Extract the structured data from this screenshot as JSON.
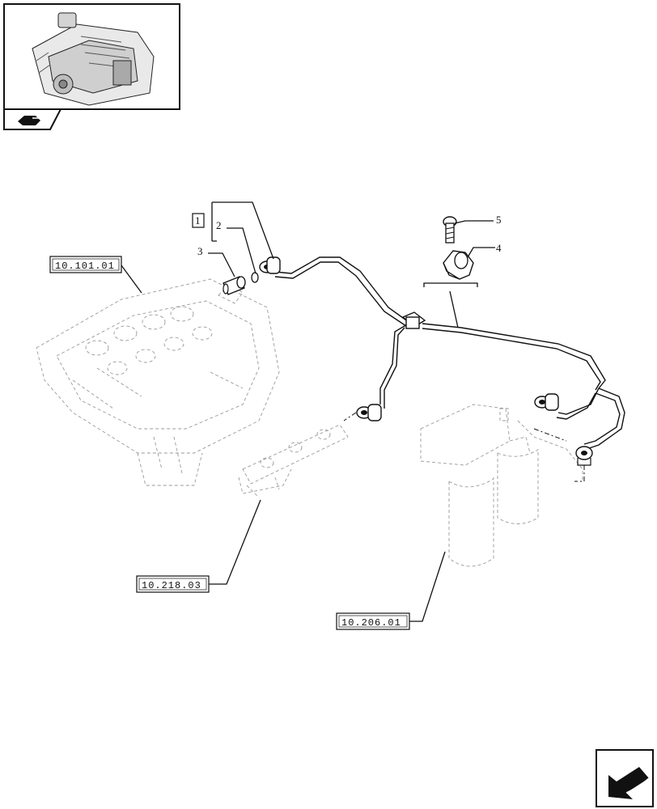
{
  "references": {
    "cylinder_head": "10.101.01",
    "injection_rail": "10.218.03",
    "fuel_filter": "10.206.01"
  },
  "callouts": {
    "group": "1",
    "item_2": "2",
    "item_3": "3",
    "item_4": "4",
    "item_5": "5"
  },
  "icons": {
    "thumbnail": "engine-thumbnail-icon",
    "category": "engine-category-icon",
    "navigation": "next-page-arrow-icon"
  }
}
